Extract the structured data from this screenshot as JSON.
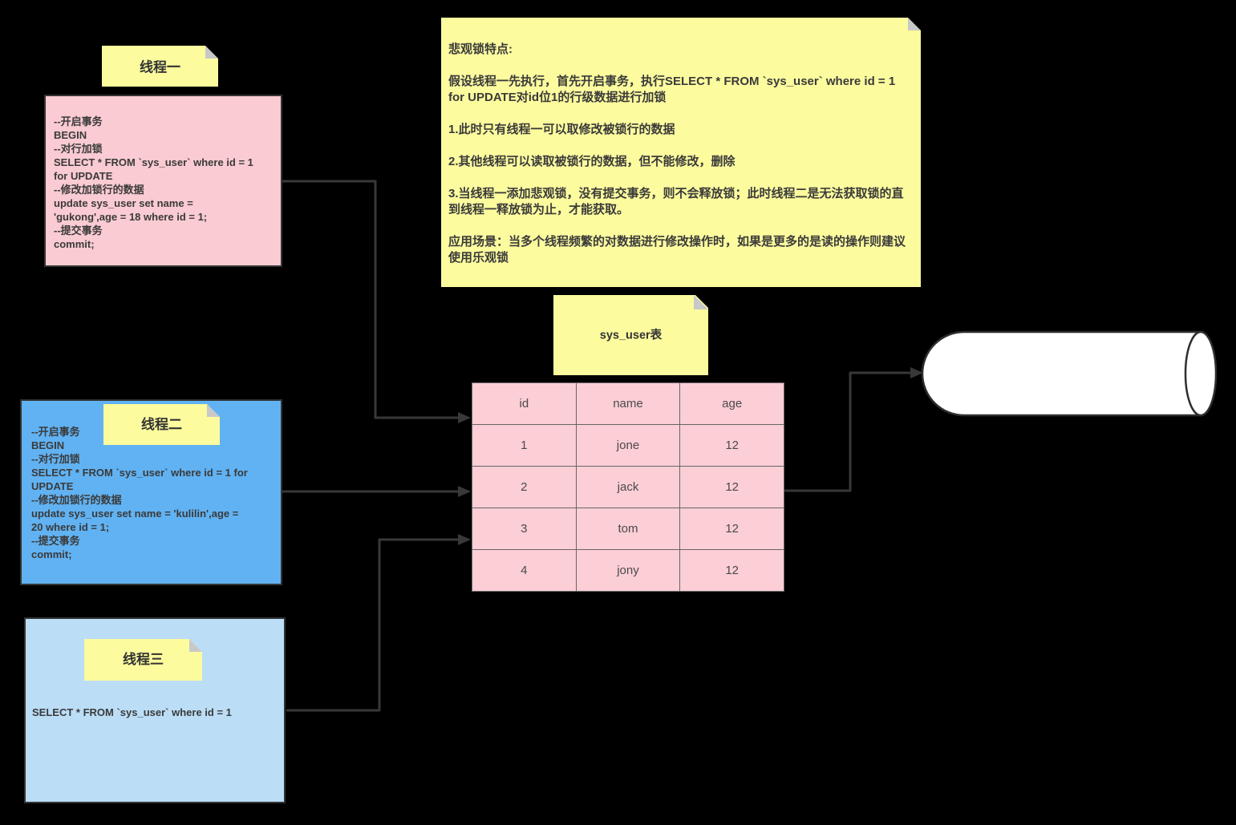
{
  "diagram_title": "pessimistic-lock-diagram",
  "colors": {
    "background": "#000000",
    "sticky_yellow": "#FCFB9E",
    "fold_gray": "#C7C9C8",
    "thread1_pink": "#FACBD2",
    "thread2_blue": "#61B2F2",
    "thread3_lightblue": "#BBDDF6",
    "table_pink": "#FCCED6",
    "box_border": "#333333",
    "table_border": "#666666",
    "arrow": "#383838",
    "cylinder_fill": "#FFFFFF",
    "cylinder_stroke": "#2E2E2E",
    "text": "#3A3A3A"
  },
  "stickies": {
    "thread1_label": "线程一",
    "thread2_label": "线程二",
    "thread3_label": "线程三",
    "table_label": "sys_user表"
  },
  "threads": {
    "thread1_sql": "--开启事务\nBEGIN\n--对行加锁\nSELECT * FROM `sys_user` where id = 1\nfor UPDATE\n--修改加锁行的数据\nupdate sys_user set name =\n'gukong',age = 18 where id = 1;\n--提交事务\ncommit;",
    "thread2_sql": "--开启事务\nBEGIN\n--对行加锁\nSELECT * FROM `sys_user` where id = 1 for\nUPDATE\n--修改加锁行的数据\nupdate sys_user set name = 'kulilin',age =\n20 where id = 1;\n--提交事务\ncommit;",
    "thread3_sql": "SELECT * FROM `sys_user` where id = 1"
  },
  "features_note": "悲观锁特点:\n\n假设线程一先执行，首先开启事务，执行SELECT * FROM `sys_user` where id = 1 for UPDATE对id位1的行级数据进行加锁\n\n1.此时只有线程一可以取修改被锁行的数据\n\n2.其他线程可以读取被锁行的数据，但不能修改，删除\n\n3.当线程一添加悲观锁，没有提交事务，则不会释放锁；此时线程二是无法获取锁的直到线程一释放锁为止，才能获取。\n\n应用场景：当多个线程频繁的对数据进行修改操作时，如果是更多的是读的操作则建议使用乐观锁",
  "table": {
    "headers": [
      "id",
      "name",
      "age"
    ],
    "rows": [
      [
        "1",
        "jone",
        "12"
      ],
      [
        "2",
        "jack",
        "12"
      ],
      [
        "3",
        "tom",
        "12"
      ],
      [
        "4",
        "jony",
        "12"
      ]
    ]
  }
}
